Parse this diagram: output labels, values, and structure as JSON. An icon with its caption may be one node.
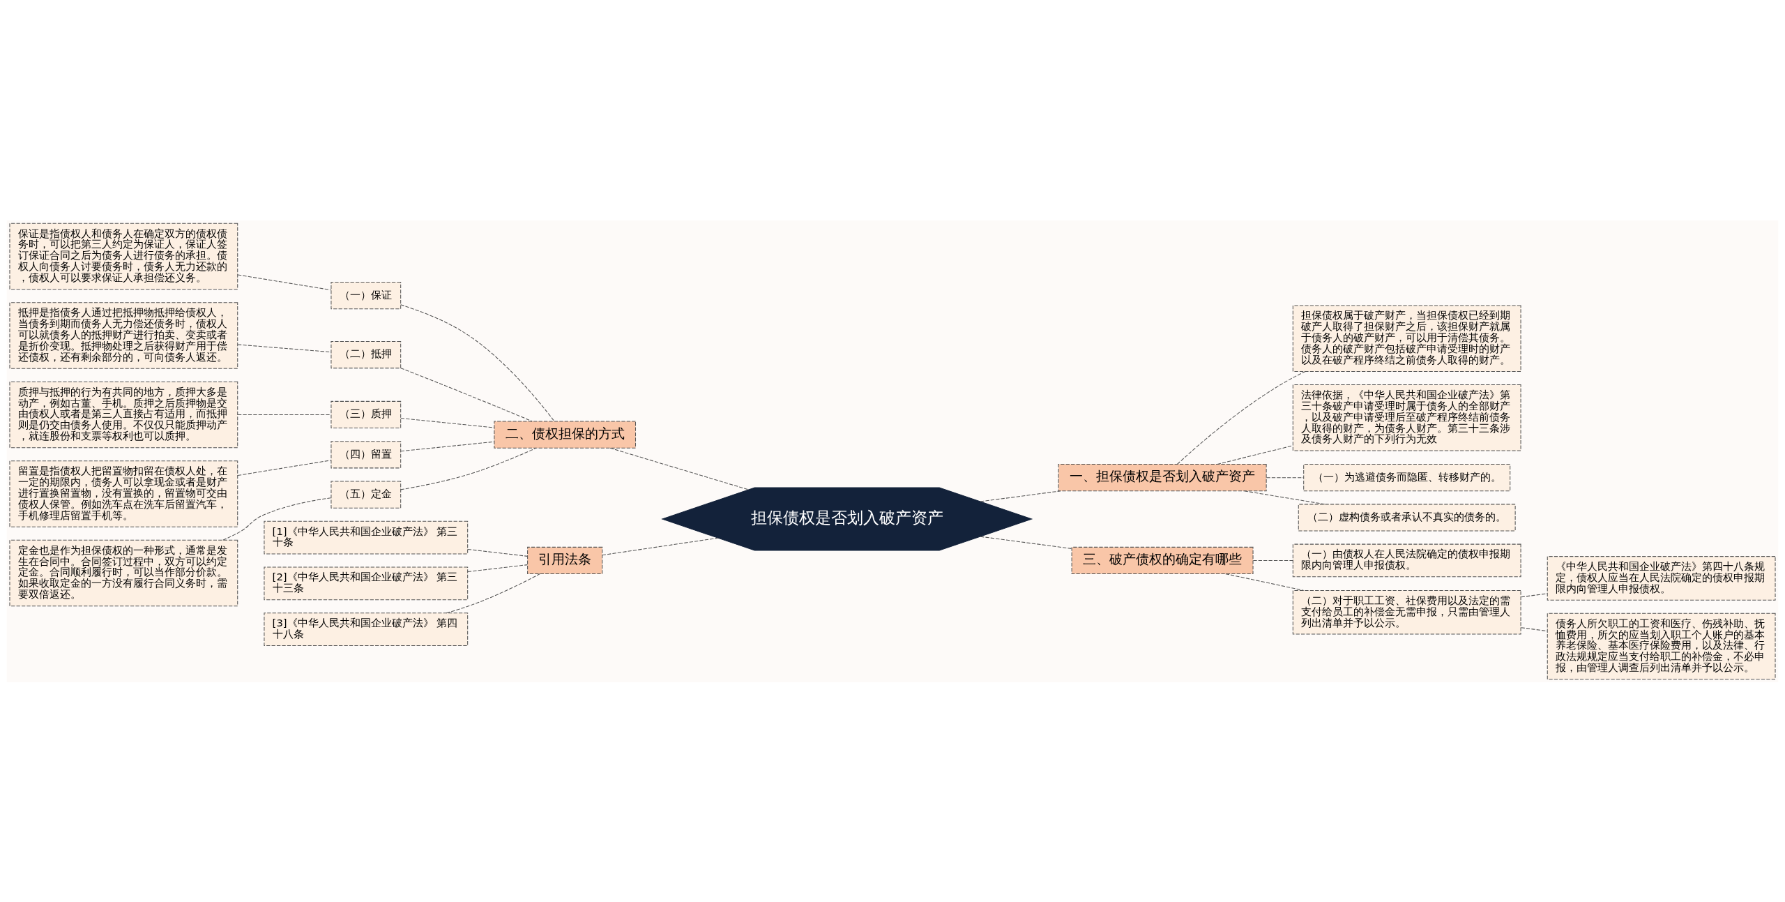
{
  "diagram": {
    "nodes": [
      {
        "text": [
          "担保债权是否划入破产资产"
        ]
      },
      {
        "text": [
          "二、债权担保的方式"
        ]
      },
      {
        "text": [
          "（一）保证"
        ]
      },
      {
        "text": [
          "保证是指债权人和债务人在确定双方的债权债务时，可以把第三人约定为保证人，保证人签订保证合同之后为债务人进行债务的承担。债权人向债务人讨要债务时，债务人无力还款的，债权人可以要求保证人承担偿还义务。"
        ]
      },
      {
        "text": [
          "（二）抵押"
        ]
      },
      {
        "text": [
          "抵押是指债务人通过把抵押物抵押给债权人，当债务到期而债务人无力偿还债务时，债权人可以就债务人的抵押财产进行拍卖、变卖或者是折价变现。抵押物处理之后获得财产用于偿还债权，还有剩余部分的，可向债务人返还。"
        ]
      },
      {
        "text": [
          "（三）质押"
        ]
      },
      {
        "text": [
          "质押与抵押的行为有共同的地方，质押大多是动产，例如古董、手机。质押之后质押物是交由债权人或者是第三人直接占有适用，而抵押则是仍交由债务人使用。不仅仅只能质押动产，就连股份和支票等权利也可以质押。"
        ]
      },
      {
        "text": [
          "（四）留置"
        ]
      },
      {
        "text": [
          "留置是指债权人把留置物扣留在债权人处，在一定的期限内，债务人可以拿现金或者是财产进行置换留置物，没有置换的，留置物可交由债权人保管。例如洗车点在洗车后留置汽车，手机修理店留置手机等。"
        ]
      },
      {
        "text": [
          "（五）定金"
        ]
      },
      {
        "text": [
          "定金也是作为担保债权的一种形式，通常是发生在合同中。合同签订过程中，双方可以约定定金。合同顺利履行时，可以当作部分价款。如果收取定金的一方没有履行合同义务时，需要双倍返还。"
        ]
      },
      {
        "text": [
          "引用法条"
        ]
      },
      {
        "text": [
          "[1]《中华人民共和国企业破产法》 第三十条"
        ]
      },
      {
        "text": [
          "[2]《中华人民共和国企业破产法》 第三十三条"
        ]
      },
      {
        "text": [
          "[3]《中华人民共和国企业破产法》 第四十八条"
        ]
      },
      {
        "text": [
          "一、担保债权是否划入破产资产"
        ]
      },
      {
        "text": [
          "担保债权属于破产财产，当担保债权已经到期破产人取得了担保财产之后，该担保财产就属于债务人的破产财产，可以用于清偿其债务。债务人的破产财产包括破产申请受理时的财产以及在破产程序终结之前债务人取得的财产。"
        ]
      },
      {
        "text": [
          "法律依据，《中华人民共和国企业破产法》第三十条破产申请受理时属于债务人的全部财产，以及破产申请受理后至破产程序终结前债务人取得的财产，为债务人财产。第三十三条涉及债务人财产的下列行为无效"
        ]
      },
      {
        "text": [
          "（一）为逃避债务而隐匿、转移财产的。"
        ]
      },
      {
        "text": [
          "（二）虚构债务或者承认不真实的债务的。"
        ]
      },
      {
        "text": [
          "三、破产债权的确定有哪些"
        ]
      },
      {
        "text": [
          "（一）由债权人在人民法院确定的债权申报期限内向管理人申报债权。"
        ]
      },
      {
        "text": [
          "（二）对于职工工资、社保费用以及法定的需支付给员工的补偿金无需申报，只需由管理人列出清单并予以公示。"
        ]
      },
      {
        "text": [
          "《中华人民共和国企业破产法》第四十八条规定，债权人应当在人民法院确定的债权申报期限内向管理人申报债权。"
        ]
      },
      {
        "text": [
          "债务人所欠职工的工资和医疗、伤残补助、抚恤费用，所欠的应当划入职工个人账户的基本养老保险、基本医疗保险费用，以及法律、行政法规规定应当支付给职工的补偿金，不必申报，由管理人调查后列出清单并予以公示。"
        ]
      }
    ],
    "edges": [
      {
        "from": 1,
        "to": 0,
        "arrow": "none",
        "style": "dashed"
      },
      {
        "from": 2,
        "to": 1,
        "arrow": "none",
        "style": "dashed"
      },
      {
        "from": 3,
        "to": 2,
        "arrow": "none",
        "style": "dashed"
      },
      {
        "from": 4,
        "to": 1,
        "arrow": "none",
        "style": "dashed"
      },
      {
        "from": 5,
        "to": 4,
        "arrow": "none",
        "style": "dashed"
      },
      {
        "from": 6,
        "to": 1,
        "arrow": "none",
        "style": "dashed"
      },
      {
        "from": 7,
        "to": 6,
        "arrow": "none",
        "style": "dashed"
      },
      {
        "from": 8,
        "to": 1,
        "arrow": "none",
        "style": "dashed"
      },
      {
        "from": 9,
        "to": 8,
        "arrow": "none",
        "style": "dashed"
      },
      {
        "from": 10,
        "to": 1,
        "arrow": "none",
        "style": "dashed"
      },
      {
        "from": 11,
        "to": 10,
        "arrow": "none",
        "style": "dashed"
      },
      {
        "from": 12,
        "to": 0,
        "arrow": "none",
        "style": "dashed"
      },
      {
        "from": 13,
        "to": 12,
        "arrow": "none",
        "style": "dashed"
      },
      {
        "from": 14,
        "to": 12,
        "arrow": "none",
        "style": "dashed"
      },
      {
        "from": 15,
        "to": 12,
        "arrow": "none",
        "style": "dashed"
      },
      {
        "from": 0,
        "to": 16,
        "arrow": "none",
        "style": "dashed"
      },
      {
        "from": 16,
        "to": 17,
        "arrow": "none",
        "style": "dashed"
      },
      {
        "from": 16,
        "to": 18,
        "arrow": "none",
        "style": "dashed"
      },
      {
        "from": 16,
        "to": 19,
        "arrow": "none",
        "style": "dashed"
      },
      {
        "from": 16,
        "to": 20,
        "arrow": "none",
        "style": "dashed"
      },
      {
        "from": 0,
        "to": 21,
        "arrow": "none",
        "style": "dashed"
      },
      {
        "from": 21,
        "to": 22,
        "arrow": "none",
        "style": "dashed"
      },
      {
        "from": 21,
        "to": 23,
        "arrow": "none",
        "style": "dashed"
      },
      {
        "from": 23,
        "to": 24,
        "arrow": "none",
        "style": "dashed"
      },
      {
        "from": 23,
        "to": 25,
        "arrow": "none",
        "style": "dashed"
      }
    ]
  }
}
